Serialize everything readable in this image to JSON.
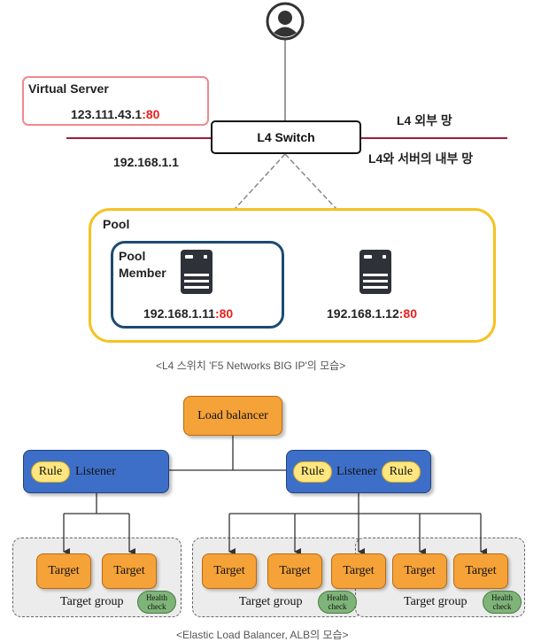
{
  "l4": {
    "virtual_server_title": "Virtual Server",
    "vs_ip": "123.111.43.1",
    "vs_port": ":80",
    "switch_label": "L4 Switch",
    "external_net": "L4 외부 망",
    "internal_net": "L4와 서버의 내부 망",
    "gateway_ip": "192.168.1.1",
    "pool_label": "Pool",
    "pool_member_label_1": "Pool",
    "pool_member_label_2": "Member",
    "member1_ip": "192.168.1.11",
    "member1_port": ":80",
    "member2_ip": "192.168.1.12",
    "member2_port": ":80",
    "caption": "<L4 스위치 'F5 Networks BIG IP'의 모습>",
    "colors": {
      "port": "#e8201c",
      "vs_border": "#ee8a8e",
      "pool_border": "#f5c220",
      "member_border": "#1d4b72",
      "network_line": "#9c1f3a"
    }
  },
  "alb": {
    "load_balancer": "Load balancer",
    "listener": "Listener",
    "rule": "Rule",
    "target": "Target",
    "target_group": "Target group",
    "health_1": "Health",
    "health_2": "check",
    "caption": "<Elastic Load Balancer, ALB의 모습>",
    "colors": {
      "orange": "#f5a238",
      "listener_blue": "#3e6fc8",
      "rule_yellow": "#ffe680",
      "health_green": "#7fb479"
    }
  },
  "icons": [
    "user-icon",
    "server-icon"
  ]
}
